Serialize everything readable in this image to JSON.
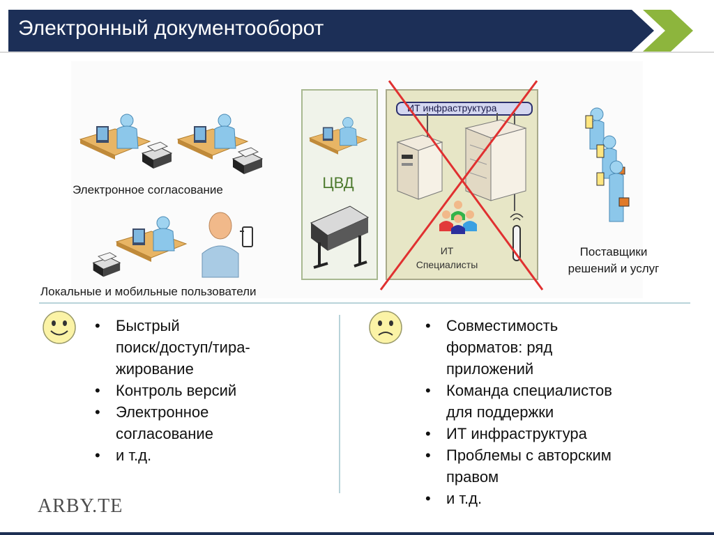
{
  "slide": {
    "title": "Электронный документооборот",
    "accent_color": "#1c2f57",
    "arrow_color": "#8db53d"
  },
  "diagram": {
    "group_approval_label": "Электронное согласование",
    "group_users_label": "Локальные и мобильные пользователи",
    "cvd_label": "ЦВД",
    "it_infra_label": "ИТ инфраструктура",
    "it_specialists_label_line1": "ИТ",
    "it_specialists_label_line2": "Специалисты",
    "suppliers_label_line1": "Поставщики",
    "suppliers_label_line2": "решений и услуг"
  },
  "pros": {
    "icon": "smiley-happy-icon",
    "items": [
      [
        "Быстрый",
        "поиск/доступ/тира-",
        "жирование"
      ],
      [
        "Контроль версий"
      ],
      [
        "Электронное",
        "согласование"
      ],
      [
        "и т.д."
      ]
    ]
  },
  "cons": {
    "icon": "smiley-sad-icon",
    "items": [
      [
        "Совместимость",
        "форматов: ряд",
        "приложений"
      ],
      [
        "Команда специалистов",
        "для поддержки"
      ],
      [
        "ИТ инфраструктура"
      ],
      [
        "Проблемы с авторским",
        "правом"
      ],
      [
        "и т.д."
      ]
    ]
  },
  "footer": {
    "logo_text": "ARBY.TE"
  }
}
